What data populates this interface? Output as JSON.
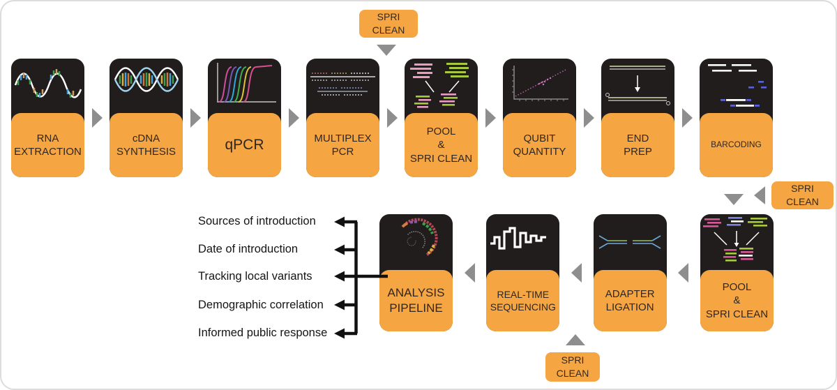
{
  "colors": {
    "card_black": "#221d1d",
    "card_orange": "#f5a643",
    "arrow_gray": "#8e8e8e",
    "outline_gray": "#dcdcdc",
    "text_dark": "#30261e"
  },
  "badges": {
    "spri_clean": "SPRI\nCLEAN"
  },
  "top_row": [
    {
      "id": "rna-extraction",
      "label": "RNA\nEXTRACTION"
    },
    {
      "id": "cdna-synthesis",
      "label": "cDNA\nSYNTHESIS"
    },
    {
      "id": "qpcr",
      "label": "qPCR"
    },
    {
      "id": "multiplex-pcr",
      "label": "MULTIPLEX\nPCR"
    },
    {
      "id": "pool-spri-clean",
      "label": "POOL\n&\nSPRI CLEAN"
    },
    {
      "id": "qubit-quantity",
      "label": "QUBIT\nQUANTITY"
    },
    {
      "id": "end-prep",
      "label": "END\nPREP"
    },
    {
      "id": "barcoding",
      "label": "BARCODING"
    }
  ],
  "bottom_row": [
    {
      "id": "analysis-pipeline",
      "label": "ANALYSIS\nPIPELINE"
    },
    {
      "id": "real-time-sequencing",
      "label": "REAL-TIME\nSEQUENCING"
    },
    {
      "id": "adapter-ligation",
      "label": "ADAPTER\nLIGATION"
    },
    {
      "id": "pool-spri-clean-2",
      "label": "POOL\n&\nSPRI CLEAN"
    }
  ],
  "outcomes": [
    "Sources of introduction",
    "Date of introduction",
    "Tracking local variants",
    "Demographic correlation",
    "Informed public response"
  ]
}
